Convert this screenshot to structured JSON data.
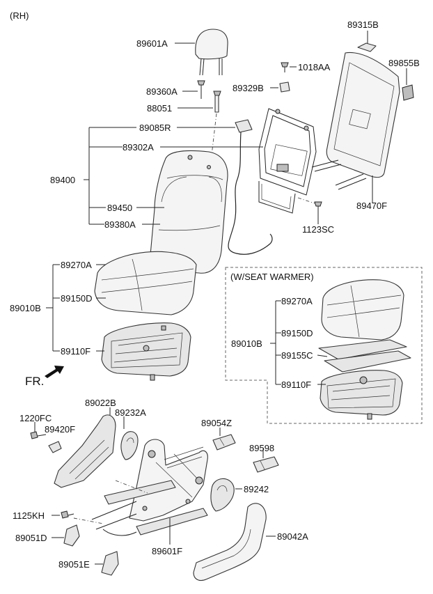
{
  "side_label": "(RH)",
  "fr_label": "FR.",
  "warmer_title": "(W/SEAT WARMER)",
  "parts": {
    "p89601A": "89601A",
    "p89360A": "89360A",
    "p88051": "88051",
    "p89085R": "89085R",
    "p89302A": "89302A",
    "p89400": "89400",
    "p89450": "89450",
    "p89380A": "89380A",
    "p1018AA": "1018AA",
    "p89329B": "89329B",
    "p89315B": "89315B",
    "p89855B": "89855B",
    "p89470F": "89470F",
    "p1123SC": "1123SC",
    "p89270A": "89270A",
    "p89150D": "89150D",
    "p89010B": "89010B",
    "p89110F": "89110F",
    "w89270A": "89270A",
    "w89150D": "89150D",
    "w89010B": "89010B",
    "w89155C": "89155C",
    "w89110F": "89110F",
    "p89022B": "89022B",
    "p1220FC": "1220FC",
    "p89420F": "89420F",
    "p89232A": "89232A",
    "p89054Z": "89054Z",
    "p89598": "89598",
    "p89242": "89242",
    "p1125KH": "1125KH",
    "p89051D": "89051D",
    "p89601F": "89601F",
    "p89042A": "89042A",
    "p89051E": "89051E"
  }
}
